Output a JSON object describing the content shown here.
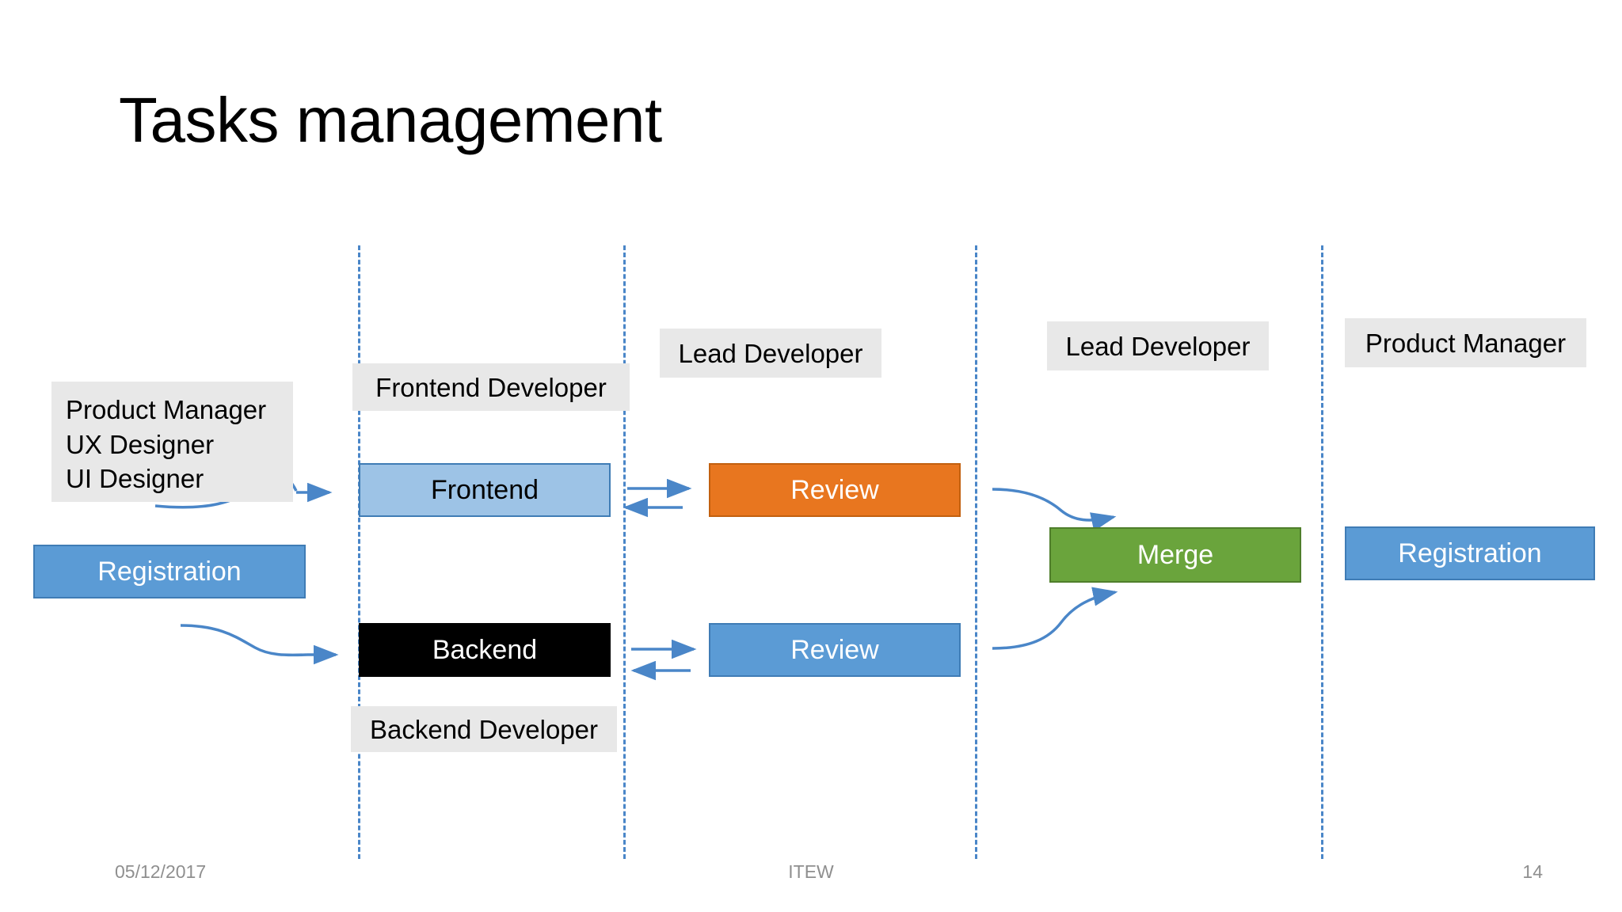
{
  "slide": {
    "title": "Tasks management",
    "background_color": "#ffffff"
  },
  "footer": {
    "date": "05/12/2017",
    "center": "ITEW",
    "page_number": "14"
  },
  "colors": {
    "lane_divider": "#4a86c8",
    "role_label_bg": "#e8e8e8",
    "frontend_box": "#9dc3e6",
    "backend_box": "#000000",
    "review_orange": "#e8761f",
    "review_blue": "#5b9bd5",
    "merge_green": "#6aa43c",
    "registration_blue": "#5b9bd5",
    "arrow": "#4a86c8"
  },
  "roles": {
    "left_group": "Product Manager\nUX Designer\nUI Designer",
    "left_group_lines": [
      "Product Manager",
      "UX Designer",
      "UI Designer"
    ],
    "frontend_developer": "Frontend Developer",
    "backend_developer": "Backend Developer",
    "lead_developer_review": "Lead Developer",
    "lead_developer_merge": "Lead Developer",
    "product_manager_right": "Product Manager"
  },
  "tasks": {
    "registration_start": "Registration",
    "frontend": "Frontend",
    "backend": "Backend",
    "review_frontend": "Review",
    "review_backend": "Review",
    "merge": "Merge",
    "registration_done": "Registration"
  }
}
